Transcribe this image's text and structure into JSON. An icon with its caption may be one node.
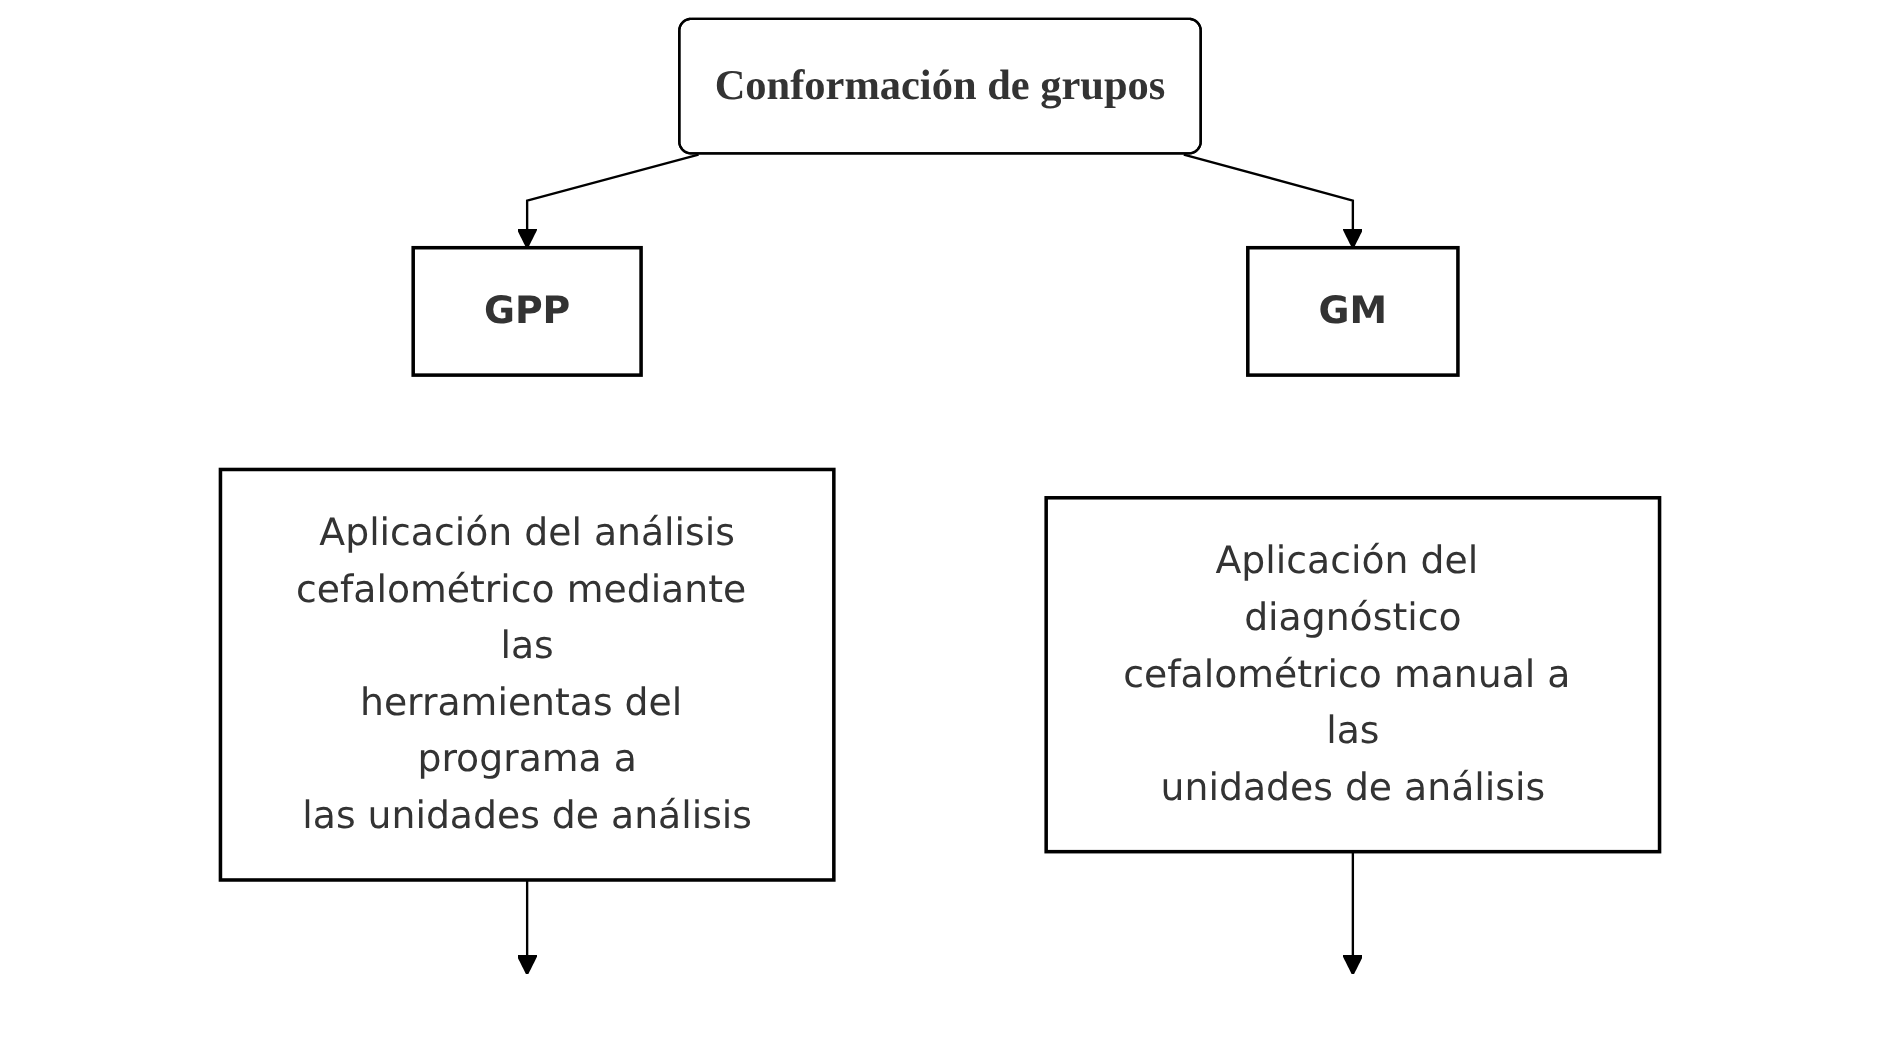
{
  "diagram": {
    "nodes": [
      {
        "text": [
          "Conformación de grupos"
        ]
      },
      {
        "text": [
          "GPP"
        ]
      },
      {
        "text": [
          "Aplicación del análisis cefalométrico mediante las herramientas del programa a las unidades de análisis"
        ]
      },
      {
        "text": [
          "GM"
        ]
      },
      {
        "text": [
          "Aplicación del diagnóstico cefalométrico manual a las unidades de análisis"
        ]
      }
    ],
    "edges": [
      {
        "from": 0,
        "to": 1,
        "arrow": "to"
      },
      {
        "from": 0,
        "to": 3,
        "arrow": "to"
      },
      {
        "from": 2,
        "to": null,
        "arrow": "to"
      },
      {
        "from": 4,
        "to": null,
        "arrow": "to"
      }
    ]
  }
}
